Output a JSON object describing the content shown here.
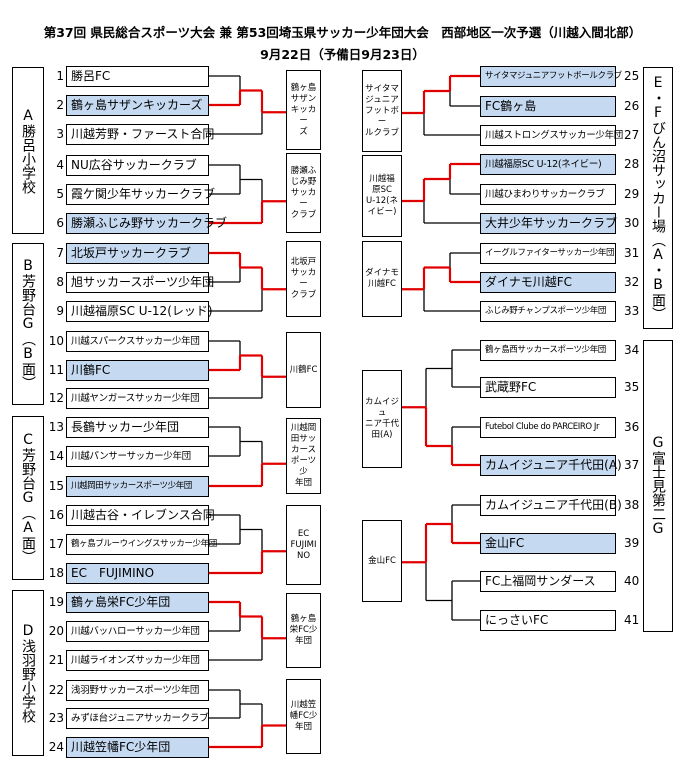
{
  "title": "第37回 県民総合スポーツ大会 兼 第53回埼玉県サッカー少年団大会　西部地区一次予選（川越入間北部）",
  "date": "9月22日（予備日9月23日）",
  "venues": {
    "A": "A勝呂小学校",
    "B": "B芳野台G（B面）",
    "C": "C芳野台G（A面）",
    "D": "D浅羽野小学校",
    "EF": "E・Fびん沼サッカー場（A・B面）",
    "G": "G富士見第二G"
  },
  "teams": [
    {
      "n": "1",
      "name": "勝呂FC"
    },
    {
      "n": "2",
      "name": "鶴ヶ島サザンキッカーズ"
    },
    {
      "n": "3",
      "name": "川越芳野・ファースト合同"
    },
    {
      "n": "4",
      "name": "NU広谷サッカークラブ"
    },
    {
      "n": "5",
      "name": "霞ケ関少年サッカークラブ"
    },
    {
      "n": "6",
      "name": "勝瀬ふじみ野サッカークラブ"
    },
    {
      "n": "7",
      "name": "北坂戸サッカークラブ"
    },
    {
      "n": "8",
      "name": "旭サッカースポーツ少年団"
    },
    {
      "n": "9",
      "name": "川越福原SC U-12(レッド)"
    },
    {
      "n": "10",
      "name": "川越スパークスサッカー少年団"
    },
    {
      "n": "11",
      "name": "川鶴FC"
    },
    {
      "n": "12",
      "name": "川越ヤンガースサッカー少年団"
    },
    {
      "n": "13",
      "name": "長鶴サッカー少年団"
    },
    {
      "n": "14",
      "name": "川越パンサーサッカー少年団"
    },
    {
      "n": "15",
      "name": "川越岡田サッカースポーツ少年団"
    },
    {
      "n": "16",
      "name": "川越古谷・イレブンス合同"
    },
    {
      "n": "17",
      "name": "鶴ヶ島ブルーウイングスサッカー少年団"
    },
    {
      "n": "18",
      "name": "EC　FUJIMINO"
    },
    {
      "n": "19",
      "name": "鶴ヶ島栄FC少年団"
    },
    {
      "n": "20",
      "name": "川越バッハローサッカー少年団"
    },
    {
      "n": "21",
      "name": "川越ライオンズサッカー少年団"
    },
    {
      "n": "22",
      "name": "浅羽野サッカースポーツ少年団"
    },
    {
      "n": "23",
      "name": "みずほ台ジュニアサッカークラブ"
    },
    {
      "n": "24",
      "name": "川越笠幡FC少年団"
    },
    {
      "n": "25",
      "name": "サイタマジュニアフットボールクラブ"
    },
    {
      "n": "26",
      "name": "FC鶴ヶ島"
    },
    {
      "n": "27",
      "name": "川越ストロングスサッカー少年団"
    },
    {
      "n": "28",
      "name": "川越福原SC U-12(ネイビー)"
    },
    {
      "n": "29",
      "name": "川越ひまわりサッカークラブ"
    },
    {
      "n": "30",
      "name": "大井少年サッカークラブ"
    },
    {
      "n": "31",
      "name": "イーグルファイターサッカー少年団"
    },
    {
      "n": "32",
      "name": "ダイナモ川越FC"
    },
    {
      "n": "33",
      "name": "ふじみ野チャンプスポーツ少年団"
    },
    {
      "n": "34",
      "name": "鶴ヶ島西サッカースポーツ少年団"
    },
    {
      "n": "35",
      "name": "武蔵野FC"
    },
    {
      "n": "36",
      "name": "Futebol Clube do PARCEIRO Jr"
    },
    {
      "n": "37",
      "name": "カムイジュニア千代田(A)"
    },
    {
      "n": "38",
      "name": "カムイジュニア千代田(B)"
    },
    {
      "n": "39",
      "name": "金山FC"
    },
    {
      "n": "40",
      "name": "FC上福岡サンダース"
    },
    {
      "n": "41",
      "name": "にっさいFC"
    }
  ],
  "winners": [
    "鶴ヶ島\nサザン\nキッカー\nズ",
    "勝瀬ふ\nじみ野\nサッカー\nクラブ",
    "北坂戸\nサッカー\nクラブ",
    "川鶴FC",
    "川越岡\n田サッ\nカース\nポーツ少\n年団",
    "EC\nFUJIMI\nNO",
    "鶴ヶ島\n栄FC少\n年団",
    "川越笠\n幡FC少\n年団",
    "サイタマ\nジュニア\nフットボー\nルクラブ",
    "川越福\n原SC\nU-12(ネ\nイビー)",
    "ダイナモ\n川越FC",
    "カムイジュ\nニア千代\n田(A)",
    "金山FC"
  ]
}
